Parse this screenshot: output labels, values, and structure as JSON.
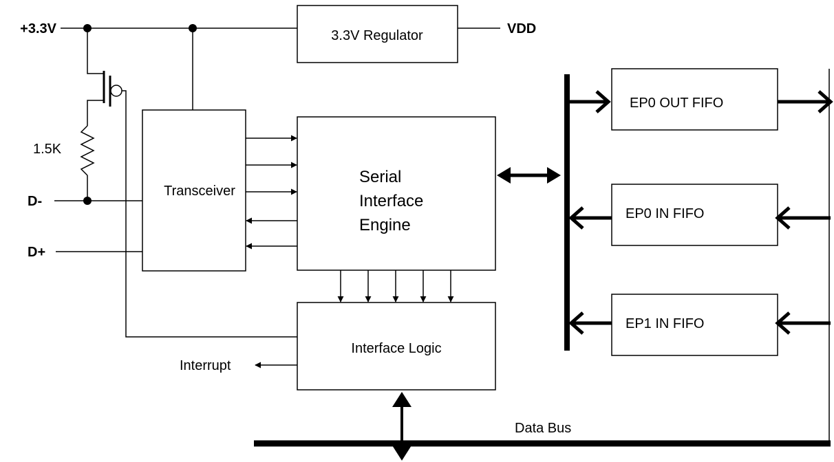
{
  "supply": {
    "pin_label": "+3.3V",
    "vdd_label": "VDD"
  },
  "regulator": {
    "label": "3.3V Regulator"
  },
  "resistor": {
    "label": "1.5K"
  },
  "pins": {
    "d_minus": "D-",
    "d_plus": "D+"
  },
  "transceiver": {
    "label": "Transceiver"
  },
  "sie": {
    "line1": "Serial",
    "line2": "Interface",
    "line3": "Engine"
  },
  "interface_logic": {
    "label": "Interface Logic"
  },
  "interrupt": {
    "label": "Interrupt"
  },
  "fifos": [
    {
      "label": "EP0 OUT FIFO"
    },
    {
      "label": "EP0 IN FIFO"
    },
    {
      "label": "EP1 IN FIFO"
    }
  ],
  "data_bus": {
    "label": "Data Bus"
  }
}
